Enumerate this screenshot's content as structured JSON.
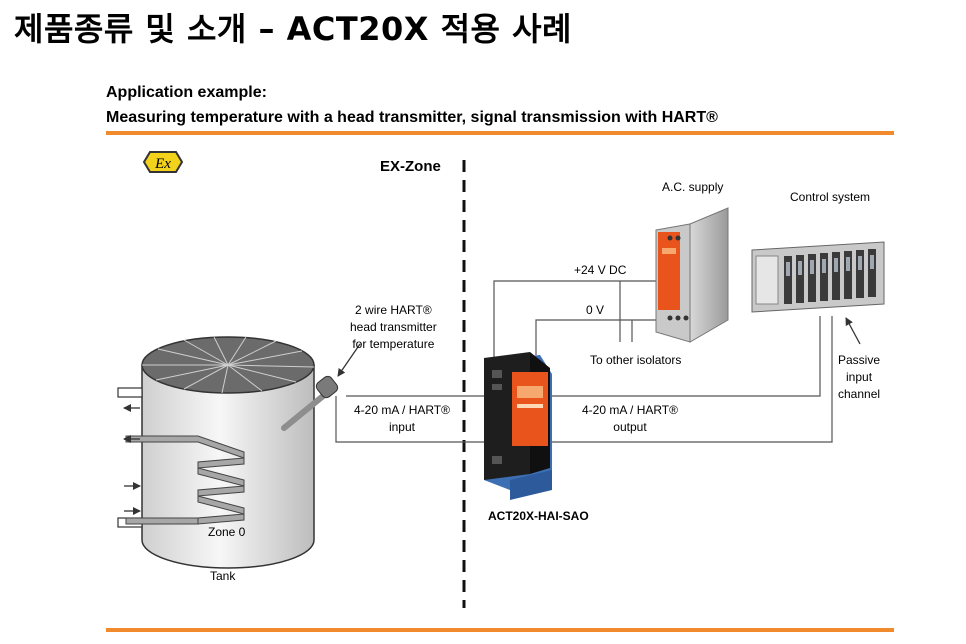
{
  "slide": {
    "title": "제품종류 및 소개 – ACT20X 적용 사례"
  },
  "figure": {
    "heading": "Application example:",
    "subheading": "Measuring temperature with a head transmitter, signal transmission with HART®",
    "ex_symbol": "Ex",
    "ex_zone_label": "EX-Zone",
    "ac_supply_label": "A.C. supply",
    "control_system_label": "Control system",
    "plus24_label": "+24 V DC",
    "zero_v_label": "0 V",
    "other_isolators_label": "To other isolators",
    "transmitter_label": [
      "2 wire HART®",
      "head transmitter",
      "for temperature"
    ],
    "input_label": [
      "4-20 mA / HART®",
      "input"
    ],
    "output_label": [
      "4-20 mA / HART®",
      "output"
    ],
    "passive_label": [
      "Passive",
      "input",
      "channel"
    ],
    "device_label": "ACT20X-HAI-SAO",
    "zone0_label": "Zone 0",
    "tank_label": "Tank"
  },
  "colors": {
    "accent_rule": "#f08a2c",
    "ex_yellow": "#f2d21a",
    "device_orange": "#e8541c",
    "device_blue": "#3d6fb4",
    "line": "#555555"
  }
}
